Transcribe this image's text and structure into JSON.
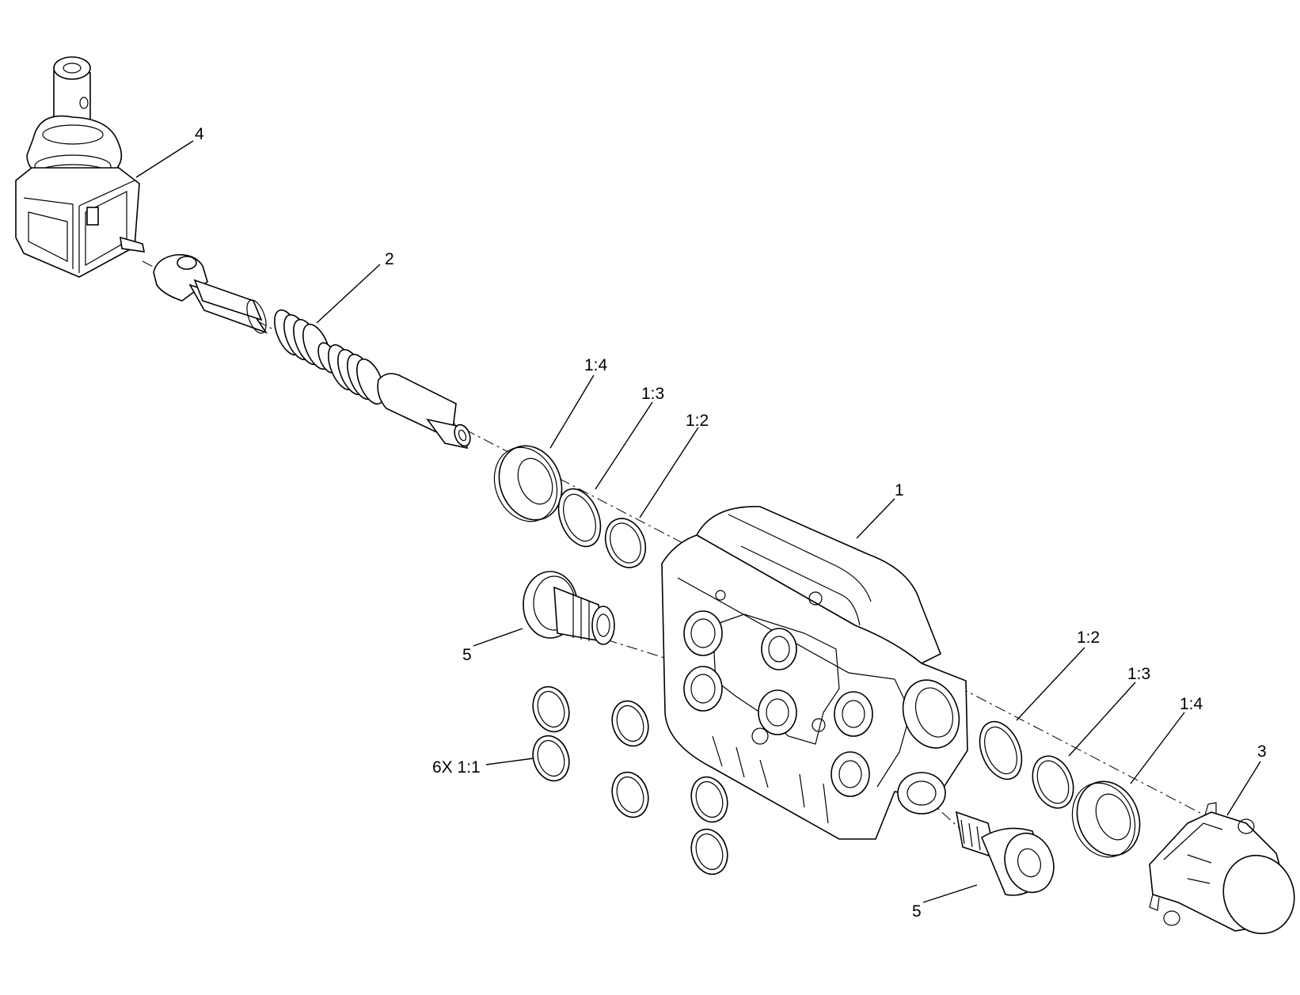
{
  "callouts": {
    "body": "1",
    "spool": "2",
    "cap": "3",
    "handle": "4",
    "plug_upper": "5",
    "plug_lower": "5",
    "seal_14_upper": "1:4",
    "seal_13_upper": "1:3",
    "seal_12_upper": "1:2",
    "seal_12_lower": "1:2",
    "seal_13_lower": "1:3",
    "seal_14_lower": "1:4",
    "orings": "6X 1:1"
  }
}
